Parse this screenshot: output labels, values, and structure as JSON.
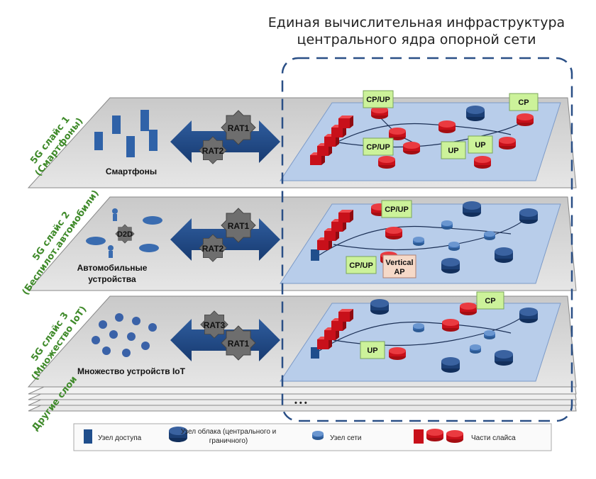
{
  "title": {
    "line1": "Единая вычислительная инфраструктура",
    "line2": "центрального ядра опорной сети"
  },
  "slices": [
    {
      "label": "5G слайс 1",
      "sub": "(Смартфоны)",
      "devices": [
        "Смартфоны"
      ],
      "rats": [
        "RAT1",
        "RAT2"
      ],
      "tags": [
        "CP/UP",
        "CP/UP",
        "CP",
        "UP",
        "UP"
      ]
    },
    {
      "label": "5G слайс 2",
      "sub": "(Беспилот.автомобили)",
      "devices": [
        "Автомобильные",
        "устройства"
      ],
      "d2d": "D2D",
      "rats": [
        "RAT1",
        "RAT2"
      ],
      "tags": [
        "CP/UP",
        "CP/UP"
      ],
      "vertical": [
        "Vertical",
        "AP"
      ]
    },
    {
      "label": "5G слайс 3",
      "sub": "(Множество IoT)",
      "devices": [
        "Множество устройств IoT"
      ],
      "rats": [
        "RAT3",
        "RAT1"
      ],
      "tags": [
        "CP",
        "UP"
      ]
    }
  ],
  "other_layers": "Другие слои",
  "ellipsis": "• • •",
  "legend": {
    "access_node": "Узел доступа",
    "cloud_node_1": "Узел облака (центрального и",
    "cloud_node_2": "граничного)",
    "network_node": "Узел сети",
    "slice_parts": "Части слайса"
  },
  "colors": {
    "slice_label": "#3f8a2a",
    "node_blue": "#1f4e8c",
    "slice_red": "#d8141c",
    "tag_green": "#ccf29a",
    "plane_blue": "#b8cdea",
    "border_dash": "#2a4f86"
  }
}
